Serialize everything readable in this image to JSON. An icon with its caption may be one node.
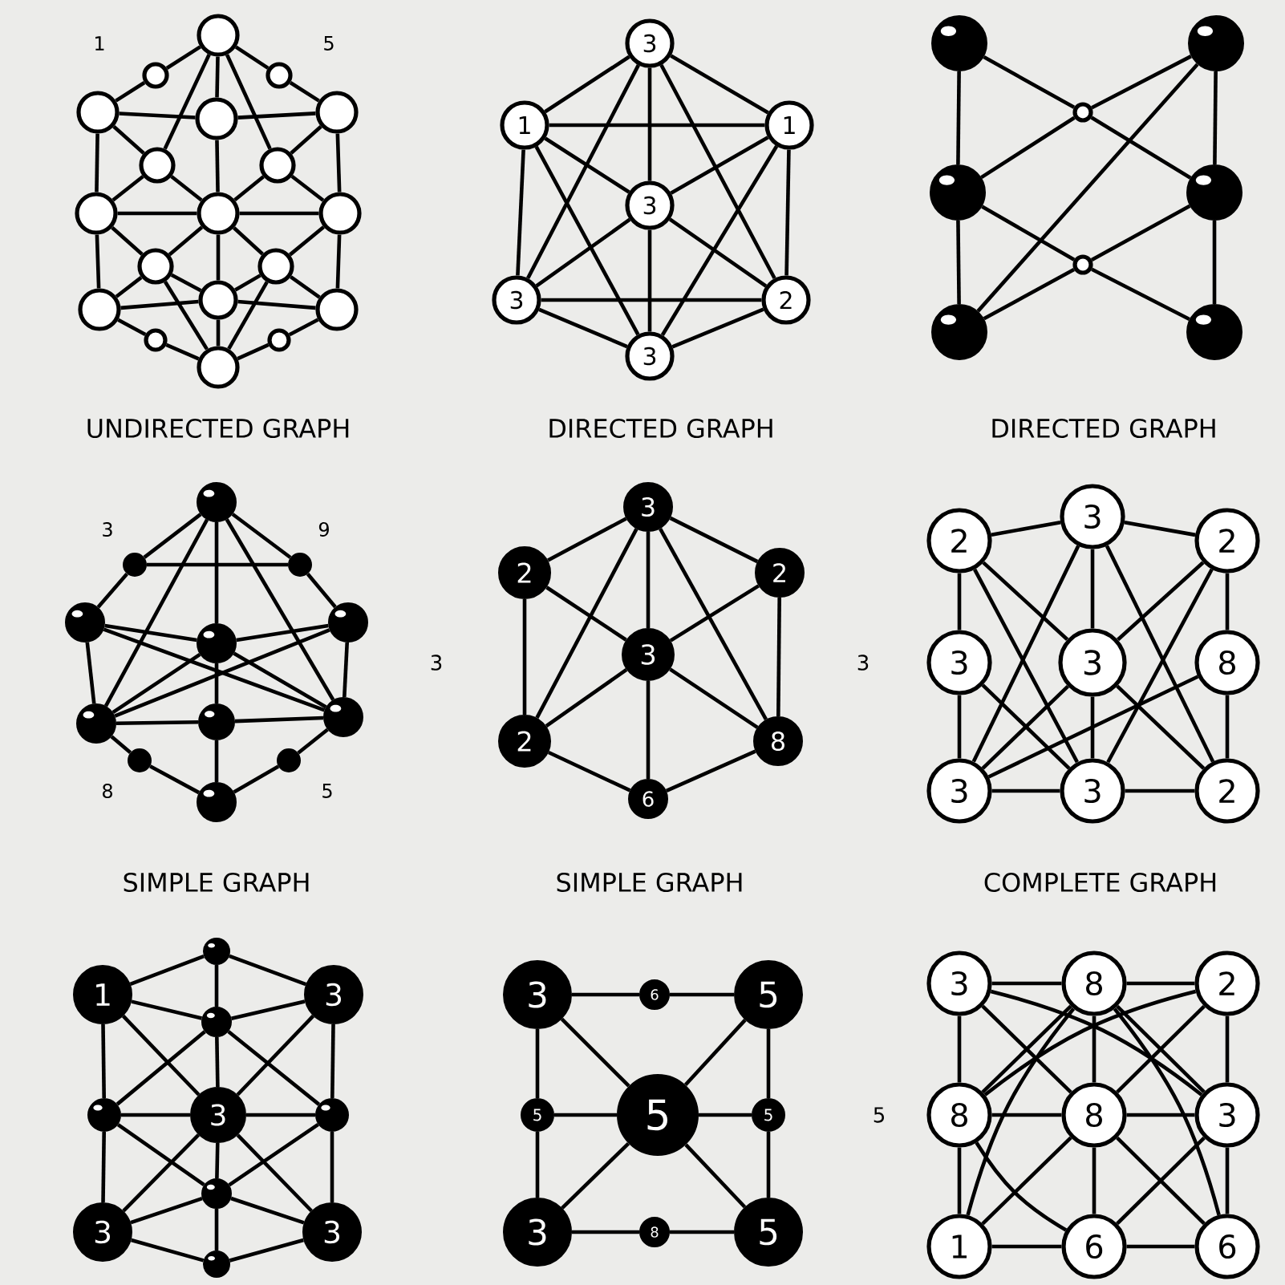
{
  "diagram": {
    "nodes": [
      {
        "text": [],
        "shape": "circle"
      },
      {
        "text": [],
        "shape": "circle"
      },
      {
        "text": [],
        "shape": "circle"
      },
      {
        "text": [],
        "shape": "circle"
      },
      {
        "text": [],
        "shape": "circle"
      },
      {
        "text": [],
        "shape": "circle"
      },
      {
        "text": [],
        "shape": "circle"
      },
      {
        "text": [],
        "shape": "circle"
      },
      {
        "text": [],
        "shape": "circle"
      },
      {
        "text": [],
        "shape": "circle"
      },
      {
        "text": [],
        "shape": "circle"
      },
      {
        "text": [],
        "shape": "circle"
      },
      {
        "text": [],
        "shape": "circle"
      },
      {
        "text": [],
        "shape": "circle"
      },
      {
        "text": [],
        "shape": "circle"
      },
      {
        "text": [],
        "shape": "circle"
      },
      {
        "text": [],
        "shape": "circle"
      },
      {
        "text": [],
        "shape": "circle"
      },
      {
        "text": [],
        "shape": "circle"
      },
      {
        "text": [
          "3"
        ]
      },
      {
        "text": [
          "1"
        ]
      },
      {
        "text": [
          "1"
        ]
      },
      {
        "text": [
          "3"
        ]
      },
      {
        "text": [
          "3"
        ]
      },
      {
        "text": [
          "2"
        ]
      },
      {
        "text": [
          "3"
        ]
      },
      {
        "text": [],
        "shape": "circle"
      },
      {
        "text": [],
        "shape": "circle"
      },
      {
        "text": [],
        "shape": "circle"
      },
      {
        "text": [],
        "shape": "circle"
      },
      {
        "text": [],
        "shape": "circle"
      },
      {
        "text": [],
        "shape": "circle"
      },
      {
        "text": [],
        "shape": "circle"
      },
      {
        "text": [],
        "shape": "circle"
      },
      {
        "text": [],
        "shape": "circle"
      },
      {
        "text": [],
        "shape": "circle"
      },
      {
        "text": [],
        "shape": "circle"
      },
      {
        "text": [],
        "shape": "circle"
      },
      {
        "text": [],
        "shape": "circle"
      },
      {
        "text": [],
        "shape": "circle"
      },
      {
        "text": [],
        "shape": "circle"
      },
      {
        "text": [],
        "shape": "circle"
      },
      {
        "text": [],
        "shape": "circle"
      },
      {
        "text": [],
        "shape": "circle"
      },
      {
        "text": [],
        "shape": "circle"
      },
      {
        "text": [],
        "shape": "circle"
      },
      {
        "text": [
          "3"
        ]
      },
      {
        "text": [
          "2"
        ]
      },
      {
        "text": [
          "2"
        ]
      },
      {
        "text": [
          "3"
        ]
      },
      {
        "text": [
          "2"
        ]
      },
      {
        "text": [
          "8"
        ]
      },
      {
        "text": [
          "6"
        ]
      },
      {
        "text": [
          "2"
        ]
      },
      {
        "text": [
          "3"
        ]
      },
      {
        "text": [
          "2"
        ]
      },
      {
        "text": [
          "3"
        ]
      },
      {
        "text": [
          "3"
        ]
      },
      {
        "text": [
          "8"
        ]
      },
      {
        "text": [
          "3"
        ]
      },
      {
        "text": [
          "3"
        ]
      },
      {
        "text": [
          "2"
        ]
      },
      {
        "text": [],
        "shape": "circle"
      },
      {
        "text": [
          "1"
        ]
      },
      {
        "text": [
          "3"
        ]
      },
      {
        "text": [],
        "shape": "circle"
      },
      {
        "text": [],
        "shape": "circle"
      },
      {
        "text": [
          "3"
        ]
      },
      {
        "text": [],
        "shape": "circle"
      },
      {
        "text": [],
        "shape": "circle"
      },
      {
        "text": [
          "3"
        ]
      },
      {
        "text": [
          "3"
        ]
      },
      {
        "text": [],
        "shape": "circle"
      },
      {
        "text": [
          "3"
        ]
      },
      {
        "text": [
          "6"
        ]
      },
      {
        "text": [
          "5"
        ]
      },
      {
        "text": [
          "5"
        ]
      },
      {
        "text": [
          "5"
        ]
      },
      {
        "text": [
          "5"
        ]
      },
      {
        "text": [
          "3"
        ]
      },
      {
        "text": [
          "8"
        ]
      },
      {
        "text": [
          "5"
        ]
      },
      {
        "text": [
          "3"
        ]
      },
      {
        "text": [
          "8"
        ]
      },
      {
        "text": [
          "2"
        ]
      },
      {
        "text": [
          "8"
        ]
      },
      {
        "text": [
          "8"
        ]
      },
      {
        "text": [
          "3"
        ]
      },
      {
        "text": [
          "1"
        ]
      },
      {
        "text": [
          "6"
        ]
      },
      {
        "text": [
          "6"
        ]
      }
    ],
    "edges": [
      {
        "from": 0,
        "to": 1,
        "arrow": "none"
      },
      {
        "from": 0,
        "to": 2,
        "arrow": "none"
      },
      {
        "from": 1,
        "to": 3,
        "arrow": "none"
      },
      {
        "from": 2,
        "to": 5,
        "arrow": "none"
      },
      {
        "from": 0,
        "to": 4,
        "arrow": "none"
      },
      {
        "from": 0,
        "to": 6,
        "arrow": "none"
      },
      {
        "from": 0,
        "to": 7,
        "arrow": "none"
      },
      {
        "from": 3,
        "to": 4,
        "arrow": "none"
      },
      {
        "from": 4,
        "to": 5,
        "arrow": "none"
      },
      {
        "from": 4,
        "to": 9,
        "arrow": "none"
      },
      {
        "from": 3,
        "to": 6,
        "arrow": "none"
      },
      {
        "from": 5,
        "to": 7,
        "arrow": "none"
      },
      {
        "from": 6,
        "to": 9,
        "arrow": "none"
      },
      {
        "from": 7,
        "to": 9,
        "arrow": "none"
      },
      {
        "from": 3,
        "to": 8,
        "arrow": "none"
      },
      {
        "from": 5,
        "to": 10,
        "arrow": "none"
      },
      {
        "from": 8,
        "to": 9,
        "arrow": "none"
      },
      {
        "from": 9,
        "to": 10,
        "arrow": "none"
      },
      {
        "from": 9,
        "to": 11,
        "arrow": "none"
      },
      {
        "from": 9,
        "to": 12,
        "arrow": "none"
      },
      {
        "from": 6,
        "to": 8,
        "arrow": "none"
      },
      {
        "from": 7,
        "to": 10,
        "arrow": "none"
      },
      {
        "from": 8,
        "to": 11,
        "arrow": "none"
      },
      {
        "from": 10,
        "to": 12,
        "arrow": "none"
      },
      {
        "from": 8,
        "to": 14,
        "arrow": "none"
      },
      {
        "from": 10,
        "to": 15,
        "arrow": "none"
      },
      {
        "from": 11,
        "to": 14,
        "arrow": "none"
      },
      {
        "from": 12,
        "to": 15,
        "arrow": "none"
      },
      {
        "from": 9,
        "to": 13,
        "arrow": "none"
      },
      {
        "from": 11,
        "to": 13,
        "arrow": "none"
      },
      {
        "from": 12,
        "to": 13,
        "arrow": "none"
      },
      {
        "from": 13,
        "to": 14,
        "arrow": "none"
      },
      {
        "from": 13,
        "to": 15,
        "arrow": "none"
      },
      {
        "from": 13,
        "to": 18,
        "arrow": "none"
      },
      {
        "from": 14,
        "to": 16,
        "arrow": "none"
      },
      {
        "from": 16,
        "to": 18,
        "arrow": "none"
      },
      {
        "from": 15,
        "to": 17,
        "arrow": "none"
      },
      {
        "from": 17,
        "to": 18,
        "arrow": "none"
      },
      {
        "from": 11,
        "to": 18,
        "arrow": "none"
      },
      {
        "from": 12,
        "to": 18,
        "arrow": "none"
      },
      {
        "from": 19,
        "to": 20,
        "arrow": "none"
      },
      {
        "from": 19,
        "to": 21,
        "arrow": "none"
      },
      {
        "from": 19,
        "to": 22,
        "arrow": "none"
      },
      {
        "from": 19,
        "to": 23,
        "arrow": "none"
      },
      {
        "from": 19,
        "to": 24,
        "arrow": "none"
      },
      {
        "from": 20,
        "to": 21,
        "arrow": "none"
      },
      {
        "from": 20,
        "to": 22,
        "arrow": "none"
      },
      {
        "from": 20,
        "to": 23,
        "arrow": "none"
      },
      {
        "from": 21,
        "to": 22,
        "arrow": "none"
      },
      {
        "from": 21,
        "to": 24,
        "arrow": "none"
      },
      {
        "from": 22,
        "to": 25,
        "arrow": "none"
      },
      {
        "from": 22,
        "to": 23,
        "arrow": "none"
      },
      {
        "from": 22,
        "to": 24,
        "arrow": "none"
      },
      {
        "from": 23,
        "to": 24,
        "arrow": "none"
      },
      {
        "from": 23,
        "to": 25,
        "arrow": "none"
      },
      {
        "from": 24,
        "to": 25,
        "arrow": "none"
      },
      {
        "from": 20,
        "to": 25,
        "arrow": "none"
      },
      {
        "from": 21,
        "to": 25,
        "arrow": "none"
      },
      {
        "from": 26,
        "to": 29,
        "arrow": "none"
      },
      {
        "from": 29,
        "to": 32,
        "arrow": "none"
      },
      {
        "from": 27,
        "to": 30,
        "arrow": "none"
      },
      {
        "from": 30,
        "to": 33,
        "arrow": "none"
      },
      {
        "from": 26,
        "to": 28,
        "arrow": "none"
      },
      {
        "from": 28,
        "to": 30,
        "arrow": "none"
      },
      {
        "from": 27,
        "to": 28,
        "arrow": "none"
      },
      {
        "from": 28,
        "to": 29,
        "arrow": "none"
      },
      {
        "from": 29,
        "to": 31,
        "arrow": "none"
      },
      {
        "from": 31,
        "to": 33,
        "arrow": "none"
      },
      {
        "from": 30,
        "to": 31,
        "arrow": "none"
      },
      {
        "from": 31,
        "to": 32,
        "arrow": "none"
      },
      {
        "from": 27,
        "to": 32,
        "arrow": "none"
      },
      {
        "from": 34,
        "to": 35,
        "arrow": "none"
      },
      {
        "from": 34,
        "to": 36,
        "arrow": "none"
      },
      {
        "from": 34,
        "to": 38,
        "arrow": "none"
      },
      {
        "from": 34,
        "to": 40,
        "arrow": "none"
      },
      {
        "from": 34,
        "to": 42,
        "arrow": "none"
      },
      {
        "from": 35,
        "to": 37,
        "arrow": "none"
      },
      {
        "from": 36,
        "to": 39,
        "arrow": "none"
      },
      {
        "from": 35,
        "to": 36,
        "arrow": "none"
      },
      {
        "from": 37,
        "to": 38,
        "arrow": "none"
      },
      {
        "from": 38,
        "to": 39,
        "arrow": "none"
      },
      {
        "from": 37,
        "to": 40,
        "arrow": "none"
      },
      {
        "from": 39,
        "to": 42,
        "arrow": "none"
      },
      {
        "from": 37,
        "to": 42,
        "arrow": "none"
      },
      {
        "from": 39,
        "to": 40,
        "arrow": "none"
      },
      {
        "from": 38,
        "to": 41,
        "arrow": "none"
      },
      {
        "from": 40,
        "to": 41,
        "arrow": "none"
      },
      {
        "from": 41,
        "to": 42,
        "arrow": "none"
      },
      {
        "from": 40,
        "to": 43,
        "arrow": "none"
      },
      {
        "from": 43,
        "to": 45,
        "arrow": "none"
      },
      {
        "from": 42,
        "to": 44,
        "arrow": "none"
      },
      {
        "from": 44,
        "to": 45,
        "arrow": "none"
      },
      {
        "from": 41,
        "to": 45,
        "arrow": "none"
      },
      {
        "from": 38,
        "to": 40,
        "arrow": "none"
      },
      {
        "from": 38,
        "to": 42,
        "arrow": "none"
      },
      {
        "from": 46,
        "to": 47,
        "arrow": "none"
      },
      {
        "from": 46,
        "to": 48,
        "arrow": "none"
      },
      {
        "from": 46,
        "to": 49,
        "arrow": "none"
      },
      {
        "from": 46,
        "to": 50,
        "arrow": "none"
      },
      {
        "from": 46,
        "to": 51,
        "arrow": "none"
      },
      {
        "from": 47,
        "to": 50,
        "arrow": "none"
      },
      {
        "from": 47,
        "to": 49,
        "arrow": "none"
      },
      {
        "from": 48,
        "to": 49,
        "arrow": "none"
      },
      {
        "from": 48,
        "to": 51,
        "arrow": "none"
      },
      {
        "from": 49,
        "to": 50,
        "arrow": "none"
      },
      {
        "from": 49,
        "to": 51,
        "arrow": "none"
      },
      {
        "from": 49,
        "to": 52,
        "arrow": "none"
      },
      {
        "from": 50,
        "to": 52,
        "arrow": "none"
      },
      {
        "from": 51,
        "to": 52,
        "arrow": "none"
      },
      {
        "from": 53,
        "to": 54,
        "arrow": "none"
      },
      {
        "from": 54,
        "to": 55,
        "arrow": "none"
      },
      {
        "from": 53,
        "to": 56,
        "arrow": "none"
      },
      {
        "from": 56,
        "to": 59,
        "arrow": "none"
      },
      {
        "from": 55,
        "to": 58,
        "arrow": "none"
      },
      {
        "from": 58,
        "to": 61,
        "arrow": "none"
      },
      {
        "from": 59,
        "to": 60,
        "arrow": "none"
      },
      {
        "from": 60,
        "to": 61,
        "arrow": "none"
      },
      {
        "from": 54,
        "to": 57,
        "arrow": "none"
      },
      {
        "from": 57,
        "to": 60,
        "arrow": "none"
      },
      {
        "from": 53,
        "to": 57,
        "arrow": "none"
      },
      {
        "from": 53,
        "to": 60,
        "arrow": "none"
      },
      {
        "from": 54,
        "to": 59,
        "arrow": "none"
      },
      {
        "from": 55,
        "to": 57,
        "arrow": "none"
      },
      {
        "from": 55,
        "to": 60,
        "arrow": "none"
      },
      {
        "from": 56,
        "to": 60,
        "arrow": "none"
      },
      {
        "from": 58,
        "to": 59,
        "arrow": "none"
      },
      {
        "from": 57,
        "to": 59,
        "arrow": "none"
      },
      {
        "from": 57,
        "to": 61,
        "arrow": "none"
      },
      {
        "from": 54,
        "to": 61,
        "arrow": "none"
      },
      {
        "from": 62,
        "to": 63,
        "arrow": "none"
      },
      {
        "from": 62,
        "to": 64,
        "arrow": "none"
      },
      {
        "from": 62,
        "to": 65,
        "arrow": "none"
      },
      {
        "from": 63,
        "to": 65,
        "arrow": "none"
      },
      {
        "from": 64,
        "to": 65,
        "arrow": "none"
      },
      {
        "from": 63,
        "to": 66,
        "arrow": "none"
      },
      {
        "from": 66,
        "to": 70,
        "arrow": "none"
      },
      {
        "from": 64,
        "to": 68,
        "arrow": "none"
      },
      {
        "from": 68,
        "to": 71,
        "arrow": "none"
      },
      {
        "from": 66,
        "to": 67,
        "arrow": "none"
      },
      {
        "from": 67,
        "to": 68,
        "arrow": "none"
      },
      {
        "from": 65,
        "to": 67,
        "arrow": "none"
      },
      {
        "from": 67,
        "to": 69,
        "arrow": "none"
      },
      {
        "from": 69,
        "to": 72,
        "arrow": "none"
      },
      {
        "from": 63,
        "to": 67,
        "arrow": "none"
      },
      {
        "from": 64,
        "to": 67,
        "arrow": "none"
      },
      {
        "from": 67,
        "to": 70,
        "arrow": "none"
      },
      {
        "from": 67,
        "to": 71,
        "arrow": "none"
      },
      {
        "from": 65,
        "to": 66,
        "arrow": "none"
      },
      {
        "from": 65,
        "to": 68,
        "arrow": "none"
      },
      {
        "from": 66,
        "to": 69,
        "arrow": "none"
      },
      {
        "from": 68,
        "to": 69,
        "arrow": "none"
      },
      {
        "from": 69,
        "to": 70,
        "arrow": "none"
      },
      {
        "from": 69,
        "to": 71,
        "arrow": "none"
      },
      {
        "from": 70,
        "to": 72,
        "arrow": "none"
      },
      {
        "from": 71,
        "to": 72,
        "arrow": "none"
      },
      {
        "from": 73,
        "to": 74,
        "arrow": "none"
      },
      {
        "from": 74,
        "to": 75,
        "arrow": "none"
      },
      {
        "from": 73,
        "to": 76,
        "arrow": "none"
      },
      {
        "from": 76,
        "to": 79,
        "arrow": "none"
      },
      {
        "from": 75,
        "to": 78,
        "arrow": "none"
      },
      {
        "from": 78,
        "to": 81,
        "arrow": "none"
      },
      {
        "from": 79,
        "to": 80,
        "arrow": "none"
      },
      {
        "from": 80,
        "to": 81,
        "arrow": "none"
      },
      {
        "from": 73,
        "to": 77,
        "arrow": "none"
      },
      {
        "from": 75,
        "to": 77,
        "arrow": "none"
      },
      {
        "from": 77,
        "to": 79,
        "arrow": "none"
      },
      {
        "from": 77,
        "to": 81,
        "arrow": "none"
      },
      {
        "from": 76,
        "to": 77,
        "arrow": "none"
      },
      {
        "from": 77,
        "to": 78,
        "arrow": "none"
      },
      {
        "from": 82,
        "to": 83,
        "arrow": "none"
      },
      {
        "from": 83,
        "to": 84,
        "arrow": "none"
      },
      {
        "from": 85,
        "to": 86,
        "arrow": "none"
      },
      {
        "from": 86,
        "to": 87,
        "arrow": "none"
      },
      {
        "from": 88,
        "to": 89,
        "arrow": "none"
      },
      {
        "from": 89,
        "to": 90,
        "arrow": "none"
      },
      {
        "from": 82,
        "to": 85,
        "arrow": "none"
      },
      {
        "from": 85,
        "to": 88,
        "arrow": "none"
      },
      {
        "from": 83,
        "to": 86,
        "arrow": "none"
      },
      {
        "from": 86,
        "to": 89,
        "arrow": "none"
      },
      {
        "from": 84,
        "to": 87,
        "arrow": "none"
      },
      {
        "from": 87,
        "to": 90,
        "arrow": "none"
      },
      {
        "from": 82,
        "to": 86,
        "arrow": "none"
      },
      {
        "from": 86,
        "to": 90,
        "arrow": "none"
      },
      {
        "from": 84,
        "to": 86,
        "arrow": "none"
      },
      {
        "from": 86,
        "to": 88,
        "arrow": "none"
      },
      {
        "from": 85,
        "to": 89,
        "arrow": "none"
      },
      {
        "from": 87,
        "to": 89,
        "arrow": "none"
      },
      {
        "from": 83,
        "to": 85,
        "arrow": "none"
      },
      {
        "from": 83,
        "to": 87,
        "arrow": "none"
      },
      {
        "from": 83,
        "to": 88,
        "arrow": "none"
      },
      {
        "from": 83,
        "to": 90,
        "arrow": "none"
      },
      {
        "from": 82,
        "to": 87,
        "arrow": "none"
      },
      {
        "from": 84,
        "to": 85,
        "arrow": "none"
      }
    ],
    "labels": [
      "1",
      "5",
      "UNDIRECTED GRAPH",
      "DIRECTED GRAPH",
      "DIRECTED GRAPH",
      "3",
      "9",
      "3",
      "3",
      "8",
      "5",
      "SIMPLE GRAPH",
      "SIMPLE GRAPH",
      "COMPLETE GRAPH",
      "5"
    ]
  }
}
